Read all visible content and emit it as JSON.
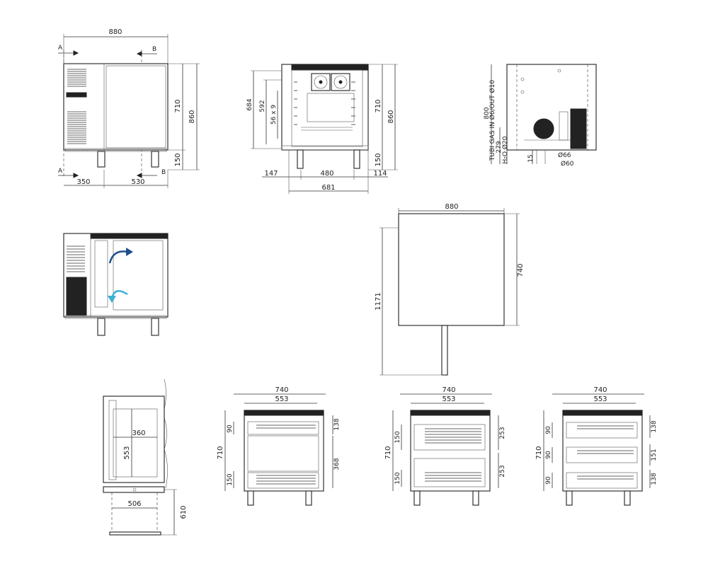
{
  "views": {
    "front": {
      "overall_width": "880",
      "height_body": "710",
      "height_total": "860",
      "leg_height": "150",
      "section_a": "A",
      "section_b": "B",
      "left_width": "350",
      "right_width": "530",
      "logo": "logo-plate"
    },
    "section_front": {
      "h684": "684",
      "h592": "592",
      "rails": "56 x 9",
      "h710": "710",
      "h860": "860",
      "h150": "150",
      "left_off": "147",
      "inner": "480",
      "right_off": "114",
      "depth": "681"
    },
    "side": {
      "h800": "800",
      "gas_pipe": "TUBI GAS IN Ø6/OUT Ø10",
      "h279": "279",
      "drain": "H₂O Ø20",
      "h15": "15",
      "d66a": "Ø66",
      "d66b": "Ø60"
    },
    "top": {
      "width": "880",
      "depth": "740",
      "door_open": "1171"
    },
    "section_detail": {
      "w360": "360",
      "h553": "553",
      "w506": "506",
      "h610": "610"
    },
    "config_1": {
      "w740": "740",
      "w553": "553",
      "h90": "90",
      "h150": "150",
      "h710": "710",
      "h138": "138",
      "h368": "368"
    },
    "config_2": {
      "w740": "740",
      "w553": "553",
      "h150a": "150",
      "h150b": "150",
      "h710": "710",
      "h253a": "253",
      "h253b": "253"
    },
    "config_3": {
      "w740": "740",
      "w553": "553",
      "h90a": "90",
      "h90b": "90",
      "h90c": "90",
      "h710": "710",
      "h138a": "138",
      "h151": "151",
      "h138b": "138"
    }
  },
  "colors": {
    "airflow": "#1e4f8c",
    "airflow_in": "#3ab0d6"
  }
}
